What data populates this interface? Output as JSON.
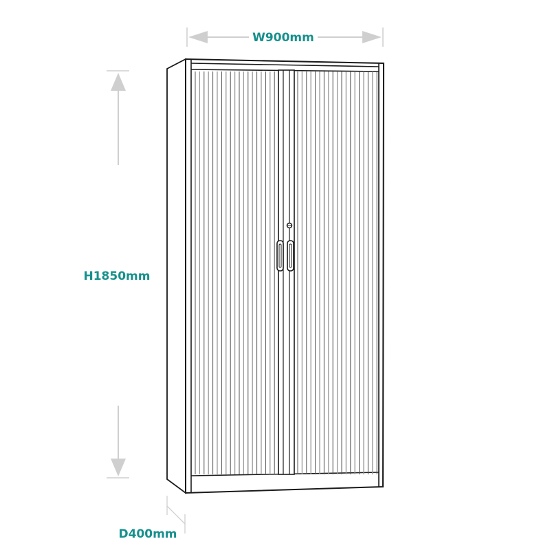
{
  "dimensions": {
    "width": "W900mm",
    "height": "H1850mm",
    "depth": "D400mm"
  },
  "colors": {
    "label": "#16908c",
    "dimension_line": "#cfcfcf",
    "outline": "#1a1a1a",
    "slat": "#9a9a9a"
  },
  "cabinet": {
    "type": "tambour-door cupboard",
    "doors": 2
  }
}
